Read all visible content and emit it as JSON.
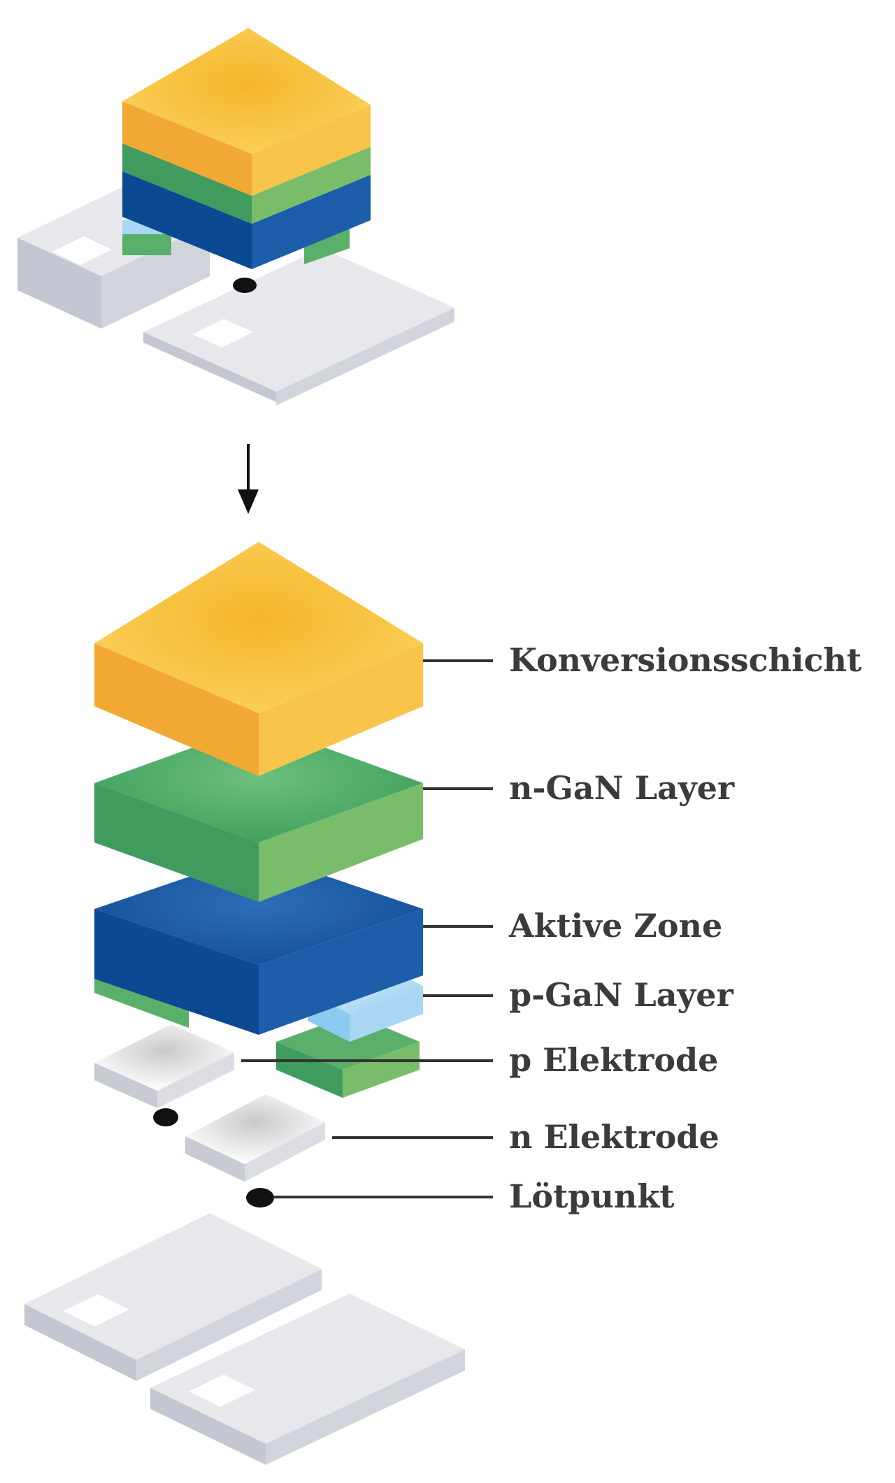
{
  "diagram": {
    "labels": {
      "conversion_layer": "Konversionsschicht",
      "n_gan_layer": "n-GaN Layer",
      "active_zone": "Aktive Zone",
      "p_gan_layer": "p-GaN Layer",
      "p_electrode": "p Elektrode",
      "n_electrode": "n Elektrode",
      "solder_point": "Lötpunkt"
    },
    "colors": {
      "conversion_top": "#f7c23a",
      "conversion_front": "#f2a933",
      "conversion_side": "#f8c44a",
      "ngan_top": "#47a86c",
      "ngan_front": "#3f9b5e",
      "ngan_side": "#79bd6a",
      "active_top": "#1a5aa6",
      "active_front": "#0b4a93",
      "active_side": "#1c63ad",
      "pgan_top": "#bfe2f7",
      "pgan_front": "#8ccaf0",
      "electrode_top": "#f2f2f2",
      "electrode_side": "#c9cbd3",
      "solder": "#111111",
      "substrate_top": "#e7e8ec",
      "substrate_front": "#c4c7d1",
      "substrate_side": "#d4d6dd",
      "leader_line": "#333333",
      "label_text": "#3b3b3b"
    }
  }
}
